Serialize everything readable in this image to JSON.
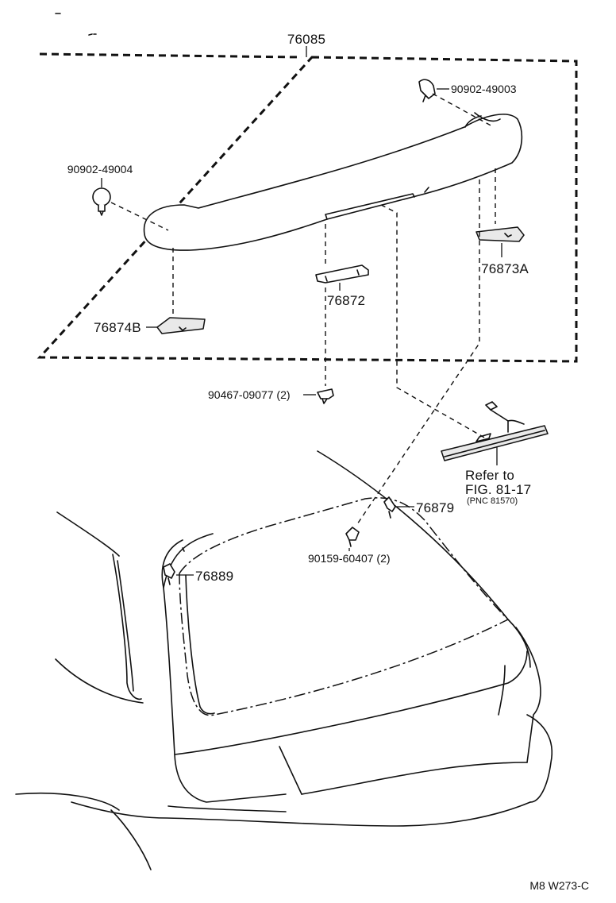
{
  "labels": {
    "assembly": "76085",
    "clip_upper_right": "90902-49003",
    "clip_left": "90902-49004",
    "pad_right": "76873A",
    "bracket_center": "76872",
    "pad_left": "76874B",
    "clip_small": "90467-09077 (2)",
    "refer_line1": "Refer to",
    "refer_line2": "FIG. 81-17",
    "refer_line3": "(PNC 81570)",
    "nut_right": "76879",
    "screw_pair": "90159-60407 (2)",
    "nut_left": "76889",
    "drawing_code": "M8 W273-C"
  }
}
